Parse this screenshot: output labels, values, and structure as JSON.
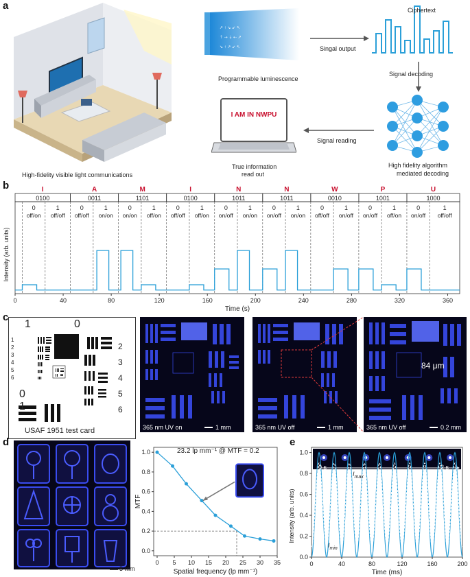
{
  "panels": {
    "a": "a",
    "b": "b",
    "c": "c",
    "d": "d",
    "e": "e"
  },
  "panel_a": {
    "room_caption": "High-fidelity visible light communications",
    "luminescence_caption": "Programmable luminescence",
    "signal_output": "Singal output",
    "ciphertext": "Ciphertext",
    "signal_decoding": "Signal      decoding",
    "signal_reading": "Signal reading",
    "laptop_screen_text": "I AM IN NWPU",
    "true_info_line1": "True information",
    "true_info_line2": "read out",
    "algo_line1": "High fidelity algorithm",
    "algo_line2": "mediated decoding"
  },
  "panel_b": {
    "letters": [
      "I",
      "A",
      "M",
      "I",
      "N",
      "N",
      "W",
      "P",
      "U"
    ],
    "codes": [
      "0100",
      "0011",
      "1101",
      "0100",
      "1011",
      "1011",
      "0010",
      "1001",
      "1000"
    ],
    "bits": [
      "0",
      "1",
      "0",
      "1",
      "0",
      "1",
      "0",
      "1",
      "0",
      "1",
      "0",
      "1",
      "0",
      "1",
      "0",
      "1",
      "0",
      "1"
    ],
    "states": [
      "off/on",
      "off/off",
      "off/off",
      "on/on",
      "on/on",
      "off/on",
      "off/off",
      "off/on",
      "on/off",
      "on/on",
      "on/off",
      "on/on",
      "off/off",
      "on/off",
      "on/off",
      "off/on",
      "on/off",
      "off/off"
    ],
    "xlabel": "Time (s)",
    "ylabel": "Intensity (arb. units)"
  },
  "panel_c": {
    "test_card_caption": "USAF 1951 test card",
    "card_group_top_left": "1",
    "card_group_top_right": "0",
    "card_group_bottom_left_0": "0",
    "card_group_bottom_left_1": "1",
    "card_left_nums": [
      "1",
      "2",
      "3",
      "4",
      "5",
      "6"
    ],
    "card_right_nums": [
      "2",
      "3",
      "4",
      "5",
      "6"
    ],
    "photo1_label": "365 nm UV on",
    "photo1_scale": "1 mm",
    "photo2_label": "365 nm UV off",
    "photo2_scale": "1 mm",
    "photo3_label": "365 nm UV off",
    "photo3_scale": "0.2 mm",
    "photo3_annotation": "84 μm"
  },
  "panel_d": {
    "scale": "5 mm",
    "annotation": "23.2 lp mm⁻¹ @ MTF = 0.2"
  },
  "panel_e": {
    "time_start": "0 s",
    "time_end": "2 s",
    "imax": "I",
    "imax_sub": "max",
    "imin": "I",
    "imin_sub": "min"
  },
  "colors": {
    "accent": "#2a9fd8",
    "letter_red": "#c8102e",
    "node_blue": "#2e9de0",
    "photo_blue": "#3a4cf0"
  },
  "chart_data": [
    {
      "type": "line",
      "id": "b",
      "xlabel": "Time (s)",
      "ylabel": "Intensity (arb. units)",
      "xlim": [
        0,
        370
      ],
      "xticks": [
        0,
        40,
        80,
        120,
        160,
        200,
        240,
        280,
        320,
        360
      ],
      "separators": [
        6,
        25,
        46,
        65,
        86,
        105,
        126,
        145,
        166,
        185,
        206,
        225,
        246,
        265,
        286,
        305,
        326,
        345
      ],
      "segments": [
        {
          "x0": 0,
          "x1": 6,
          "y": 0.02
        },
        {
          "x0": 6,
          "x1": 18,
          "y": 0.14
        },
        {
          "x0": 18,
          "x1": 25,
          "y": 0.02
        },
        {
          "x0": 25,
          "x1": 46,
          "y": 0.02
        },
        {
          "x0": 46,
          "x1": 65,
          "y": 0.02
        },
        {
          "x0": 65,
          "x1": 68,
          "y": 0.02
        },
        {
          "x0": 68,
          "x1": 78,
          "y": 0.92
        },
        {
          "x0": 78,
          "x1": 86,
          "y": 0.02
        },
        {
          "x0": 86,
          "x1": 88,
          "y": 0.02
        },
        {
          "x0": 88,
          "x1": 98,
          "y": 0.92
        },
        {
          "x0": 98,
          "x1": 105,
          "y": 0.02
        },
        {
          "x0": 105,
          "x1": 117,
          "y": 0.14
        },
        {
          "x0": 117,
          "x1": 126,
          "y": 0.02
        },
        {
          "x0": 126,
          "x1": 138,
          "y": 0.02
        },
        {
          "x0": 138,
          "x1": 145,
          "y": 0.02
        },
        {
          "x0": 145,
          "x1": 157,
          "y": 0.14
        },
        {
          "x0": 157,
          "x1": 166,
          "y": 0.02
        },
        {
          "x0": 166,
          "x1": 178,
          "y": 0.5
        },
        {
          "x0": 178,
          "x1": 185,
          "y": 0.02
        },
        {
          "x0": 185,
          "x1": 195,
          "y": 0.92
        },
        {
          "x0": 195,
          "x1": 206,
          "y": 0.02
        },
        {
          "x0": 206,
          "x1": 218,
          "y": 0.5
        },
        {
          "x0": 218,
          "x1": 225,
          "y": 0.02
        },
        {
          "x0": 225,
          "x1": 235,
          "y": 0.92
        },
        {
          "x0": 235,
          "x1": 246,
          "y": 0.02
        },
        {
          "x0": 246,
          "x1": 258,
          "y": 0.02
        },
        {
          "x0": 258,
          "x1": 265,
          "y": 0.02
        },
        {
          "x0": 265,
          "x1": 277,
          "y": 0.5
        },
        {
          "x0": 277,
          "x1": 286,
          "y": 0.02
        },
        {
          "x0": 286,
          "x1": 298,
          "y": 0.5
        },
        {
          "x0": 298,
          "x1": 305,
          "y": 0.02
        },
        {
          "x0": 305,
          "x1": 317,
          "y": 0.14
        },
        {
          "x0": 317,
          "x1": 326,
          "y": 0.02
        },
        {
          "x0": 326,
          "x1": 338,
          "y": 0.5
        },
        {
          "x0": 338,
          "x1": 345,
          "y": 0.02
        },
        {
          "x0": 345,
          "x1": 370,
          "y": 0.02
        }
      ]
    },
    {
      "type": "line",
      "id": "d",
      "xlabel": "Spatial frequency (lp mm⁻¹)",
      "ylabel": "MTF",
      "xlim": [
        -1,
        35
      ],
      "ylim": [
        -0.05,
        1.05
      ],
      "xticks": [
        0,
        5,
        10,
        15,
        20,
        25,
        30,
        35
      ],
      "yticks": [
        0.0,
        0.2,
        0.4,
        0.6,
        0.8,
        1.0
      ],
      "x": [
        0,
        4.5,
        8.5,
        13,
        17,
        21.5,
        25.5,
        30,
        34
      ],
      "y": [
        1.0,
        0.86,
        0.68,
        0.51,
        0.36,
        0.25,
        0.15,
        0.12,
        0.1
      ],
      "reference": {
        "x": 23.2,
        "y": 0.2
      }
    },
    {
      "type": "line",
      "id": "e",
      "xlabel": "Time (ms)",
      "ylabel": "Intensity (arb. units)",
      "xlim": [
        0,
        200
      ],
      "ylim": [
        0,
        1.05
      ],
      "xticks": [
        0,
        40,
        80,
        120,
        160,
        200
      ],
      "yticks": [
        0.0,
        0.2,
        0.4,
        0.6,
        0.8,
        1.0
      ],
      "period_ms": 20,
      "solid_max": 1.0,
      "solid_min": 0.0,
      "dashed_max": 0.9,
      "dashed_min": 0.1
    }
  ]
}
